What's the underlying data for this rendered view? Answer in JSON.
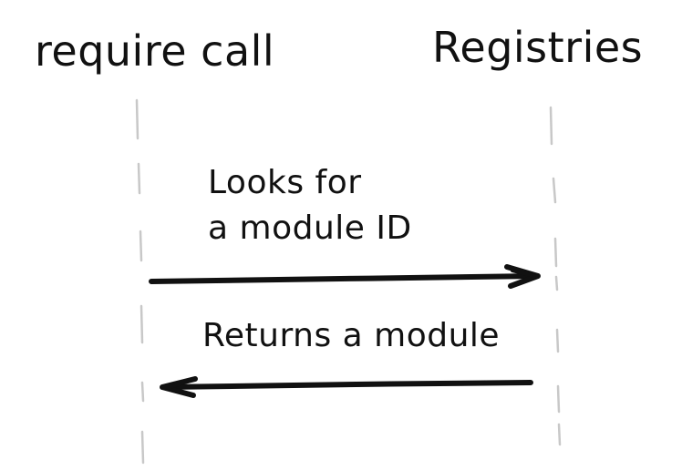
{
  "participants": {
    "left": "require call",
    "right": "Registries"
  },
  "messages": [
    {
      "lines": [
        "Looks for",
        "a module ID"
      ],
      "from": "require call",
      "to": "Registries"
    },
    {
      "lines": [
        "Returns a module"
      ],
      "from": "Registries",
      "to": "require call"
    }
  ],
  "colors": {
    "ink": "#111111",
    "lifeline": "#c8c8c8",
    "background": "#ffffff"
  }
}
